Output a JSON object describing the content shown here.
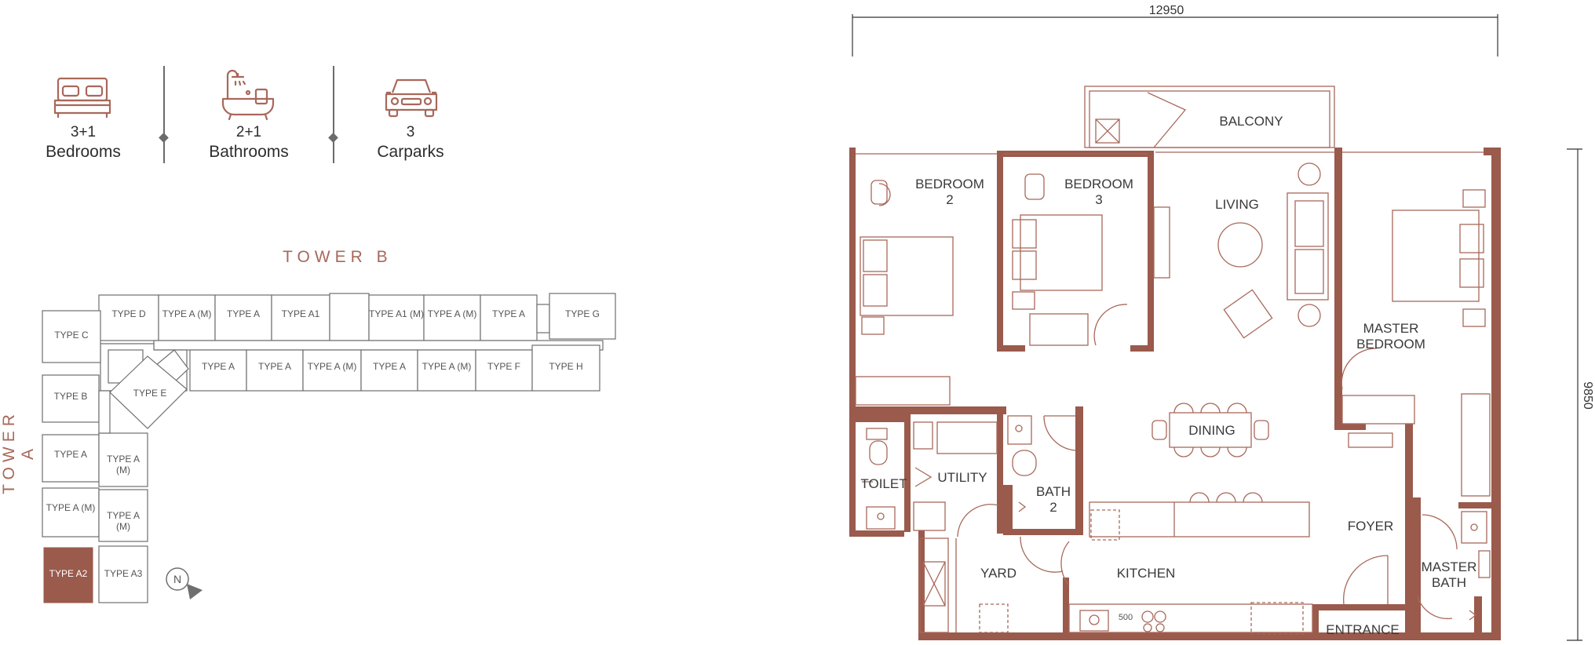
{
  "features": [
    {
      "icon": "bed-icon",
      "value": "3+1",
      "label": "Bedrooms"
    },
    {
      "icon": "bathtub-icon",
      "value": "2+1",
      "label": "Bathrooms"
    },
    {
      "icon": "car-icon",
      "value": "3",
      "label": "Carparks"
    }
  ],
  "key_plan": {
    "tower_b_label": "TOWER B",
    "tower_a_label": "TOWER A",
    "compass_label": "N",
    "highlight_color": "#9a5a4c",
    "units_tower_b_top": [
      "TYPE D",
      "TYPE A (M)",
      "TYPE A",
      "TYPE A1",
      "TYPE A1 (M)",
      "TYPE A (M)",
      "TYPE A",
      "TYPE G"
    ],
    "units_tower_b_bottom": [
      "TYPE A",
      "TYPE A",
      "TYPE A (M)",
      "TYPE A",
      "TYPE A (M)",
      "TYPE F",
      "TYPE H"
    ],
    "unit_type_e": "TYPE E",
    "units_tower_a_left": [
      "TYPE C",
      "TYPE B",
      "TYPE A",
      "TYPE A (M)",
      "TYPE A2"
    ],
    "units_tower_a_right": [
      "TYPE A (M)",
      "TYPE A (M)",
      "TYPE A3"
    ],
    "highlighted_unit": "TYPE A2"
  },
  "floor_plan": {
    "wall_color": "#9a5a4c",
    "line_color": "#a8685a",
    "dim_width": "12950",
    "dim_depth": "9850",
    "appliance_label": "500",
    "rooms": {
      "balcony": "BALCONY",
      "bedroom2_line1": "BEDROOM",
      "bedroom2_line2": "2",
      "bedroom3_line1": "BEDROOM",
      "bedroom3_line2": "3",
      "living": "LIVING",
      "master_bedroom_line1": "MASTER",
      "master_bedroom_line2": "BEDROOM",
      "dining": "DINING",
      "toilet": "TOILET",
      "utility": "UTILITY",
      "bath2_line1": "BATH",
      "bath2_line2": "2",
      "foyer": "FOYER",
      "yard": "YARD",
      "kitchen": "KITCHEN",
      "master_bath_line1": "MASTER",
      "master_bath_line2": "BATH",
      "entrance": "ENTRANCE"
    }
  }
}
